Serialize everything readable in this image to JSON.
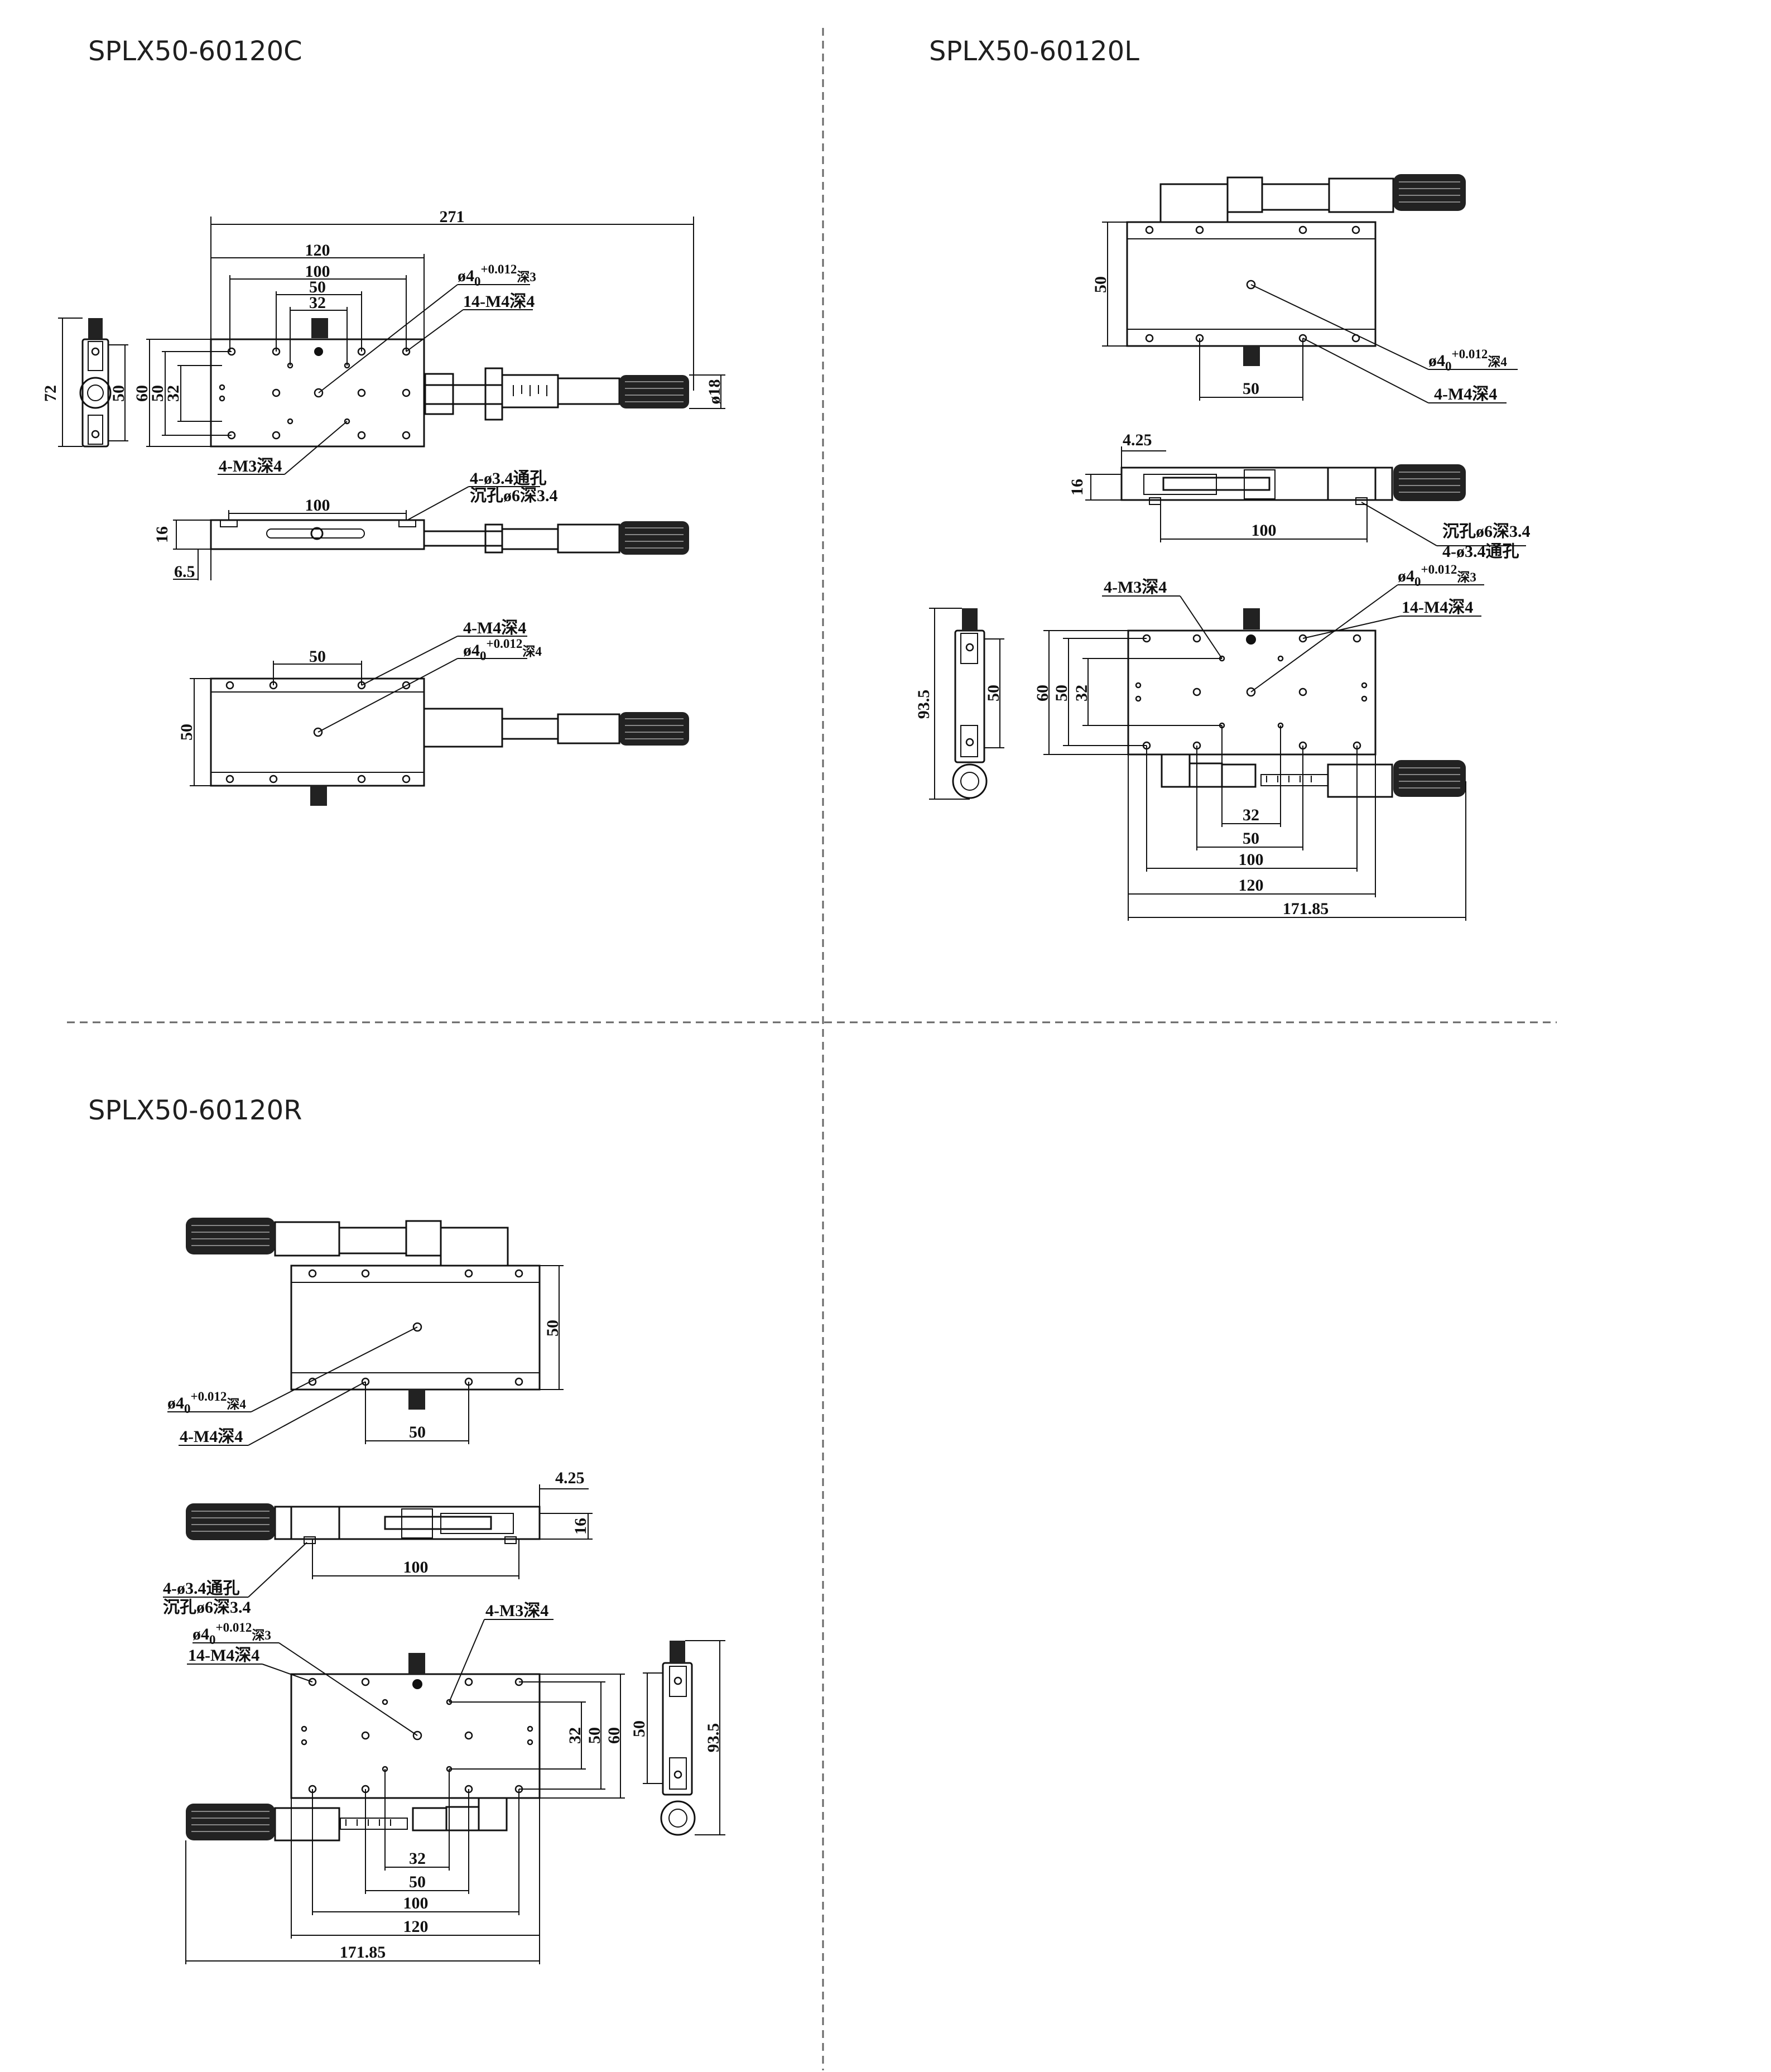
{
  "layout": {
    "quadrants": [
      {
        "id": "c",
        "title": "SPLX50-60120C"
      },
      {
        "id": "l",
        "title": "SPLX50-60120L"
      },
      {
        "id": "r",
        "title": "SPLX50-60120R"
      }
    ]
  },
  "dims": {
    "c": {
      "top": [
        "271",
        "120",
        "100",
        "50",
        "32",
        "60",
        "50",
        "32",
        "72",
        "50",
        "ø18"
      ],
      "notes": [
        "14-M4深4",
        "4-M3深4"
      ],
      "front": [
        "100",
        "16",
        "6.5"
      ],
      "front_notes": [
        "4-ø3.4通孔",
        "沉孔ø6深3.4"
      ],
      "bottom": [
        "50",
        "50"
      ],
      "bottom_notes": [
        "4-M4深4"
      ]
    },
    "l": {
      "top": [
        "50",
        "50"
      ],
      "top_notes": [
        "4-M4深4"
      ],
      "front": [
        "4.25",
        "16",
        "100"
      ],
      "front_notes": [
        "沉孔ø6深3.4",
        "4-ø3.4通孔"
      ],
      "plan": [
        "93.5",
        "50",
        "60",
        "50",
        "32",
        "32",
        "50",
        "100",
        "120",
        "171.85"
      ],
      "plan_notes": [
        "4-M3深4",
        "14-M4深4"
      ]
    },
    "r": {
      "top": [
        "50",
        "50"
      ],
      "top_notes": [
        "4-M4深4"
      ],
      "front": [
        "4.25",
        "16",
        "100"
      ],
      "front_notes": [
        "4-ø3.4通孔",
        "沉孔ø6深3.4"
      ],
      "plan": [
        "32",
        "50",
        "60",
        "50",
        "93.5",
        "32",
        "50",
        "100",
        "120",
        "171.85"
      ],
      "plan_notes": [
        "14-M4深4",
        "4-M3深4"
      ]
    }
  },
  "tol": {
    "base": "ø4",
    "sub": "0",
    "sup": "+0.012",
    "c_depth": "深3",
    "l_depth": "深4",
    "l_plan_depth": "深3",
    "r_depth": "深4",
    "r_plan_depth": "深3"
  }
}
